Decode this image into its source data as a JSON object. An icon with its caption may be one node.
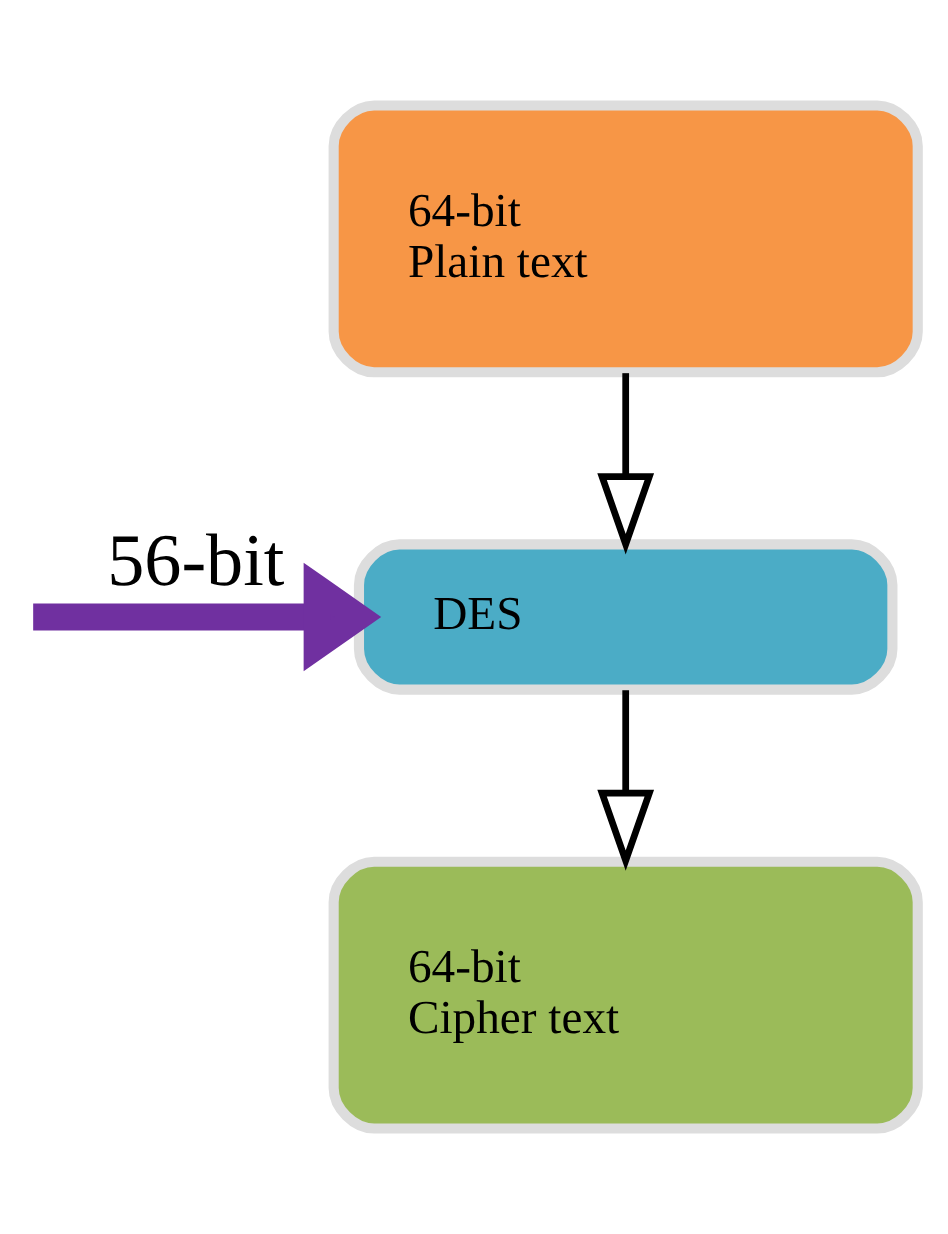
{
  "diagram": {
    "nodes": [
      {
        "text": [
          "64-bit",
          "Plain text"
        ]
      },
      {
        "text": [
          "DES"
        ]
      },
      {
        "text": [
          "64-bit",
          "Cipher text"
        ]
      }
    ],
    "edges": [
      {
        "from": 0,
        "to": 1,
        "arrow": "to"
      },
      {
        "from": 1,
        "to": 2,
        "arrow": "to"
      },
      {
        "from": null,
        "to": 1,
        "arrow": "to",
        "label": "56-bit",
        "style": "thick",
        "color": "#7030a0"
      }
    ]
  }
}
